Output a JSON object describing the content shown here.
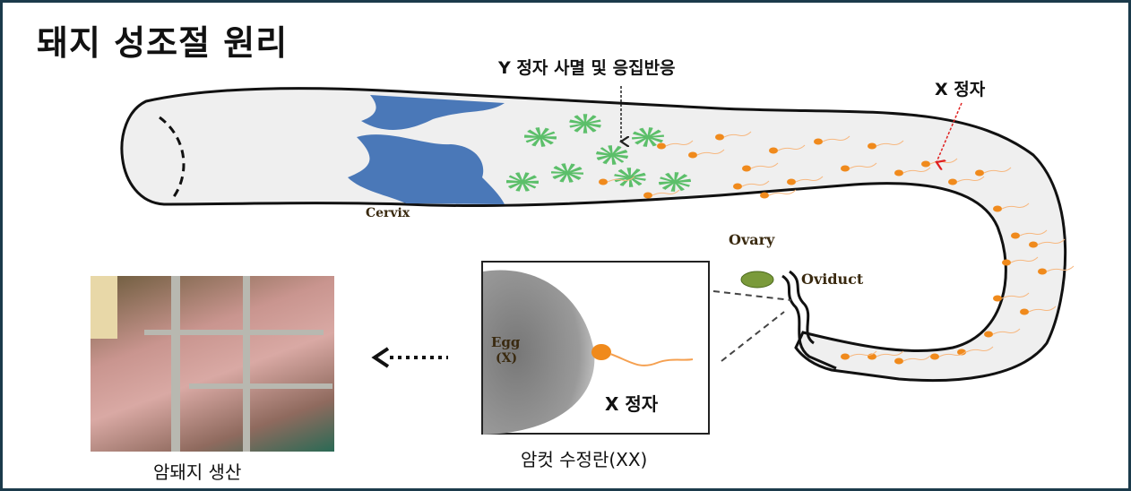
{
  "title": "돼지 성조절 원리",
  "labels": {
    "y_sperm": "Y 정자 사멸 및 응집반응",
    "x_sperm_top": "X 정자",
    "cervix": "Cervix",
    "ovary": "Ovary",
    "oviduct": "Oviduct",
    "egg": "Egg",
    "egg_chrom": "(X)",
    "x_sperm_inset": "X 정자"
  },
  "captions": {
    "photo": "암돼지 생산",
    "inset": "암컷 수정란(XX)"
  },
  "colors": {
    "border": "#1b3a4b",
    "cervix": "#4a78b8",
    "sperm": "#f08a1c",
    "cluster": "#5cbf6a",
    "ovary": "#7a9a3a",
    "arrow_red": "#e02020"
  }
}
